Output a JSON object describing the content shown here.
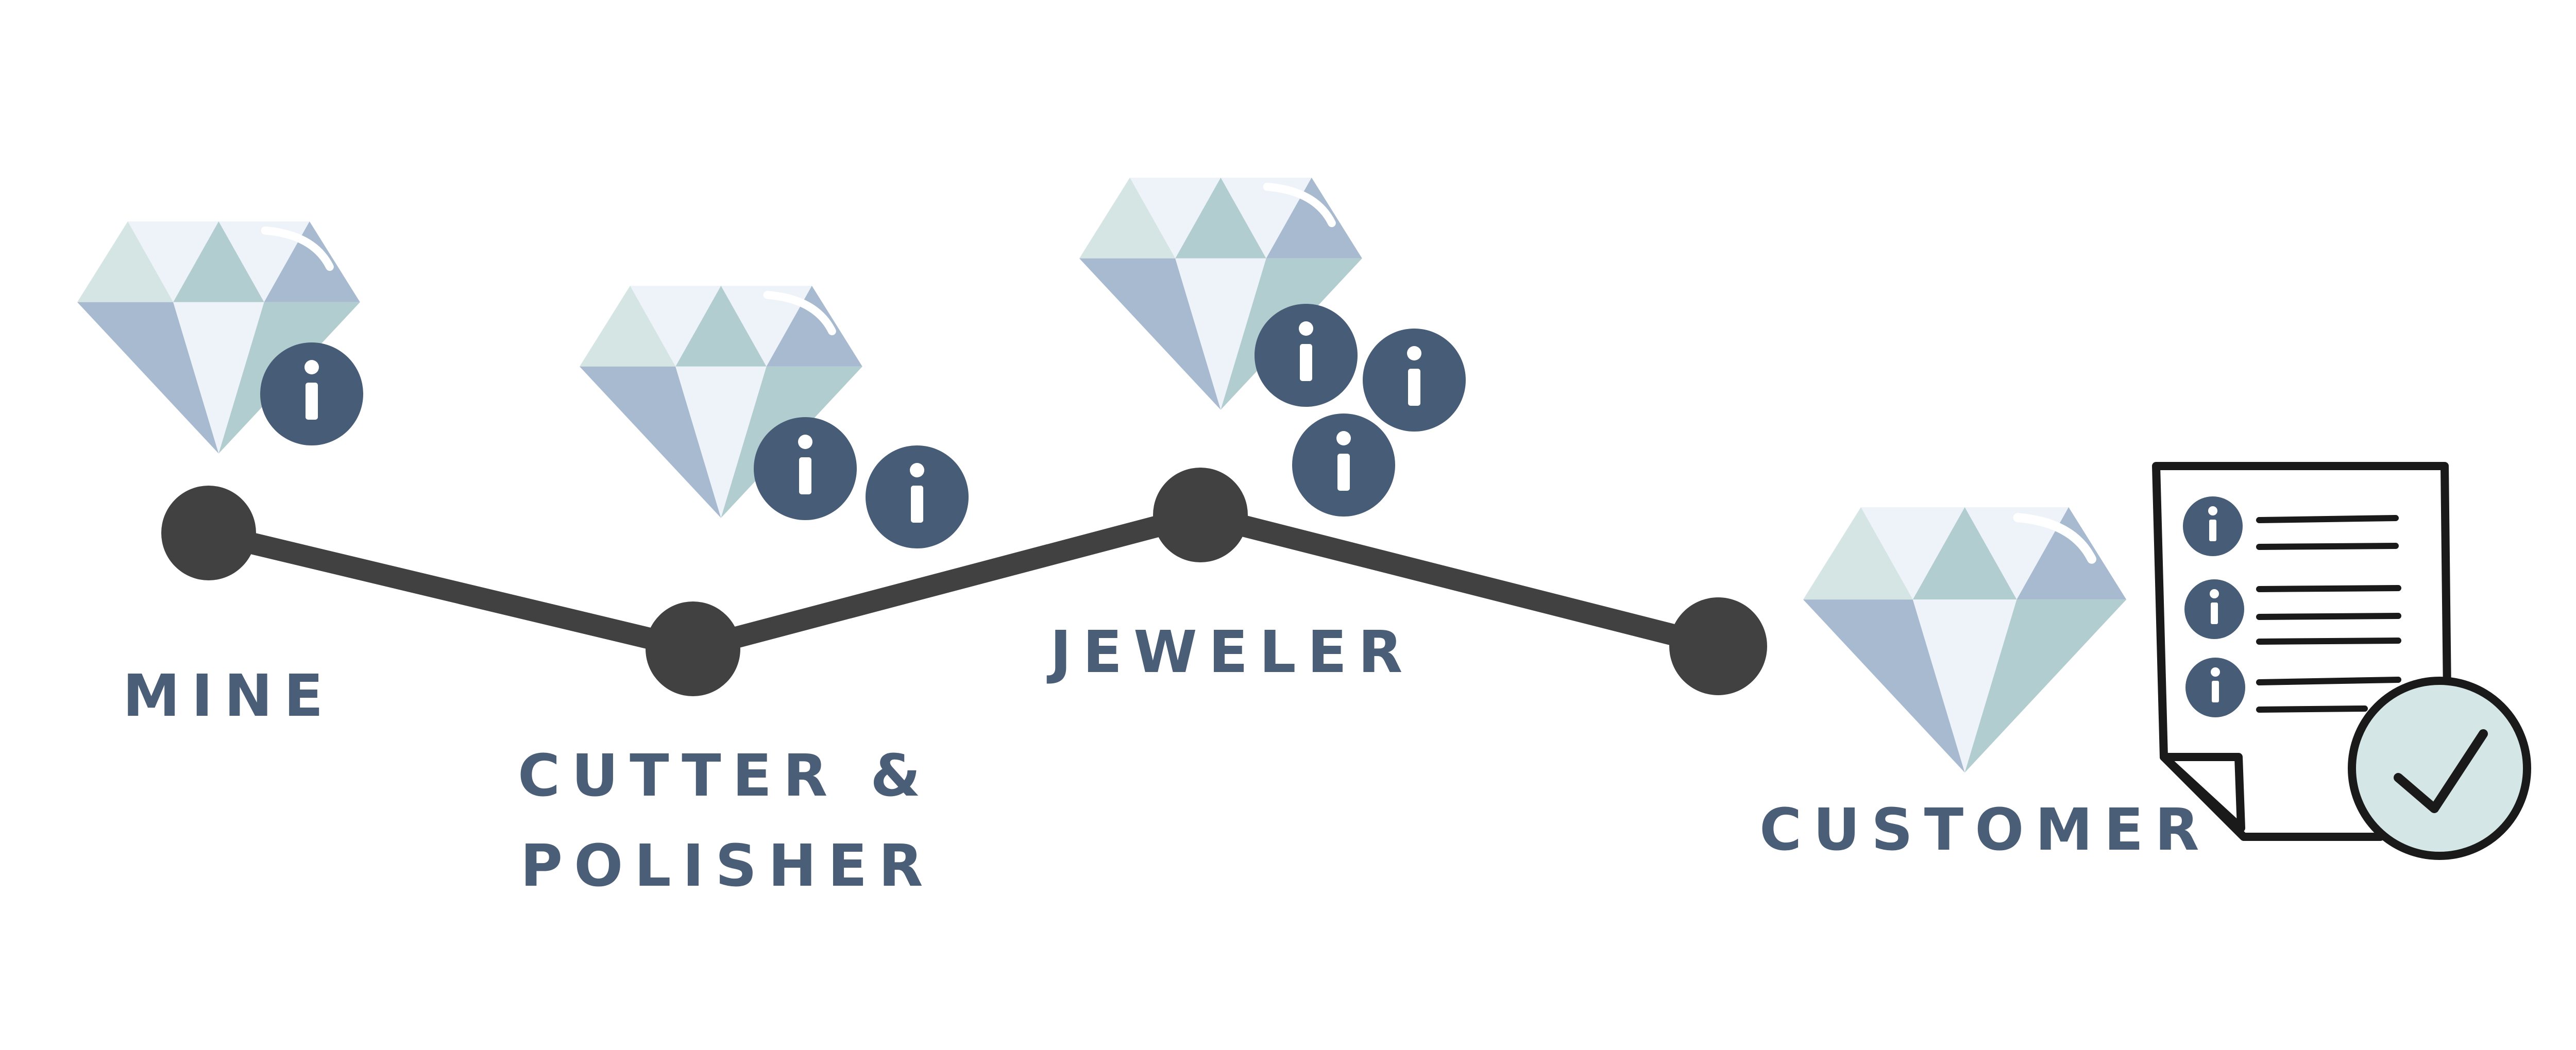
{
  "stages": [
    {
      "label_lines": [
        "MINE"
      ],
      "info_count": 1
    },
    {
      "label_lines": [
        "CUTTER &",
        "POLISHER"
      ],
      "info_count": 2
    },
    {
      "label_lines": [
        "JEWELER"
      ],
      "info_count": 3
    },
    {
      "label_lines": [
        "CUSTOMER"
      ],
      "info_count": 0
    }
  ],
  "certificate": {
    "info_count": 3,
    "status": "verified"
  },
  "icons": {
    "stage": "diamond-icon",
    "info": "info-icon",
    "certificate": "certificate-document-icon",
    "verified": "checkmark-icon"
  },
  "colors": {
    "label_text": "#4a5e77",
    "connector": "#414141",
    "info_badge": "#475c76",
    "diamond_light": "#d5e5e4",
    "diamond_mid": "#b2cdcf",
    "diamond_blue": "#a7bacf",
    "diamond_pale": "#eef3fa",
    "check_fill": "#d5e6e6"
  }
}
